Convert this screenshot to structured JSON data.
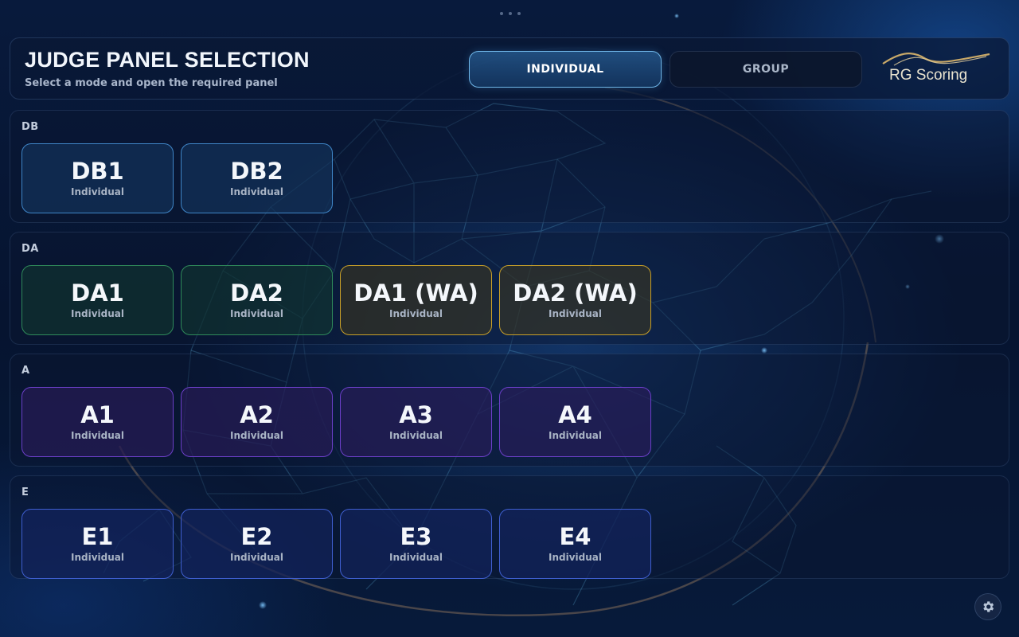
{
  "header": {
    "title": "JUDGE PANEL SELECTION",
    "subtitle": "Select a mode and open the required panel",
    "modes": [
      {
        "label": "INDIVIDUAL",
        "active": true
      },
      {
        "label": "GROUP",
        "active": false
      }
    ],
    "logo_text": "RG Scoring"
  },
  "sections": [
    {
      "label": "DB",
      "panels": [
        {
          "name": "DB1",
          "sub": "Individual"
        },
        {
          "name": "DB2",
          "sub": "Individual"
        }
      ]
    },
    {
      "label": "DA",
      "panels": [
        {
          "name": "DA1",
          "sub": "Individual"
        },
        {
          "name": "DA2",
          "sub": "Individual"
        },
        {
          "name": "DA1 (WA)",
          "sub": "Individual"
        },
        {
          "name": "DA2 (WA)",
          "sub": "Individual"
        }
      ]
    },
    {
      "label": "A",
      "panels": [
        {
          "name": "A1",
          "sub": "Individual"
        },
        {
          "name": "A2",
          "sub": "Individual"
        },
        {
          "name": "A3",
          "sub": "Individual"
        },
        {
          "name": "A4",
          "sub": "Individual"
        }
      ]
    },
    {
      "label": "E",
      "panels": [
        {
          "name": "E1",
          "sub": "Individual"
        },
        {
          "name": "E2",
          "sub": "Individual"
        },
        {
          "name": "E3",
          "sub": "Individual"
        },
        {
          "name": "E4",
          "sub": "Individual"
        }
      ]
    }
  ],
  "icons": {
    "settings": "gear-icon",
    "handle": "drag-handle-icon"
  },
  "colors": {
    "db": "#3f86c8",
    "da": "#2f8a5a",
    "da_wa": "#c9a028",
    "a": "#6b3fc8",
    "e": "#3f5fd0",
    "mode_active": "#6fb6e8",
    "logo_gold": "#c8a868"
  }
}
